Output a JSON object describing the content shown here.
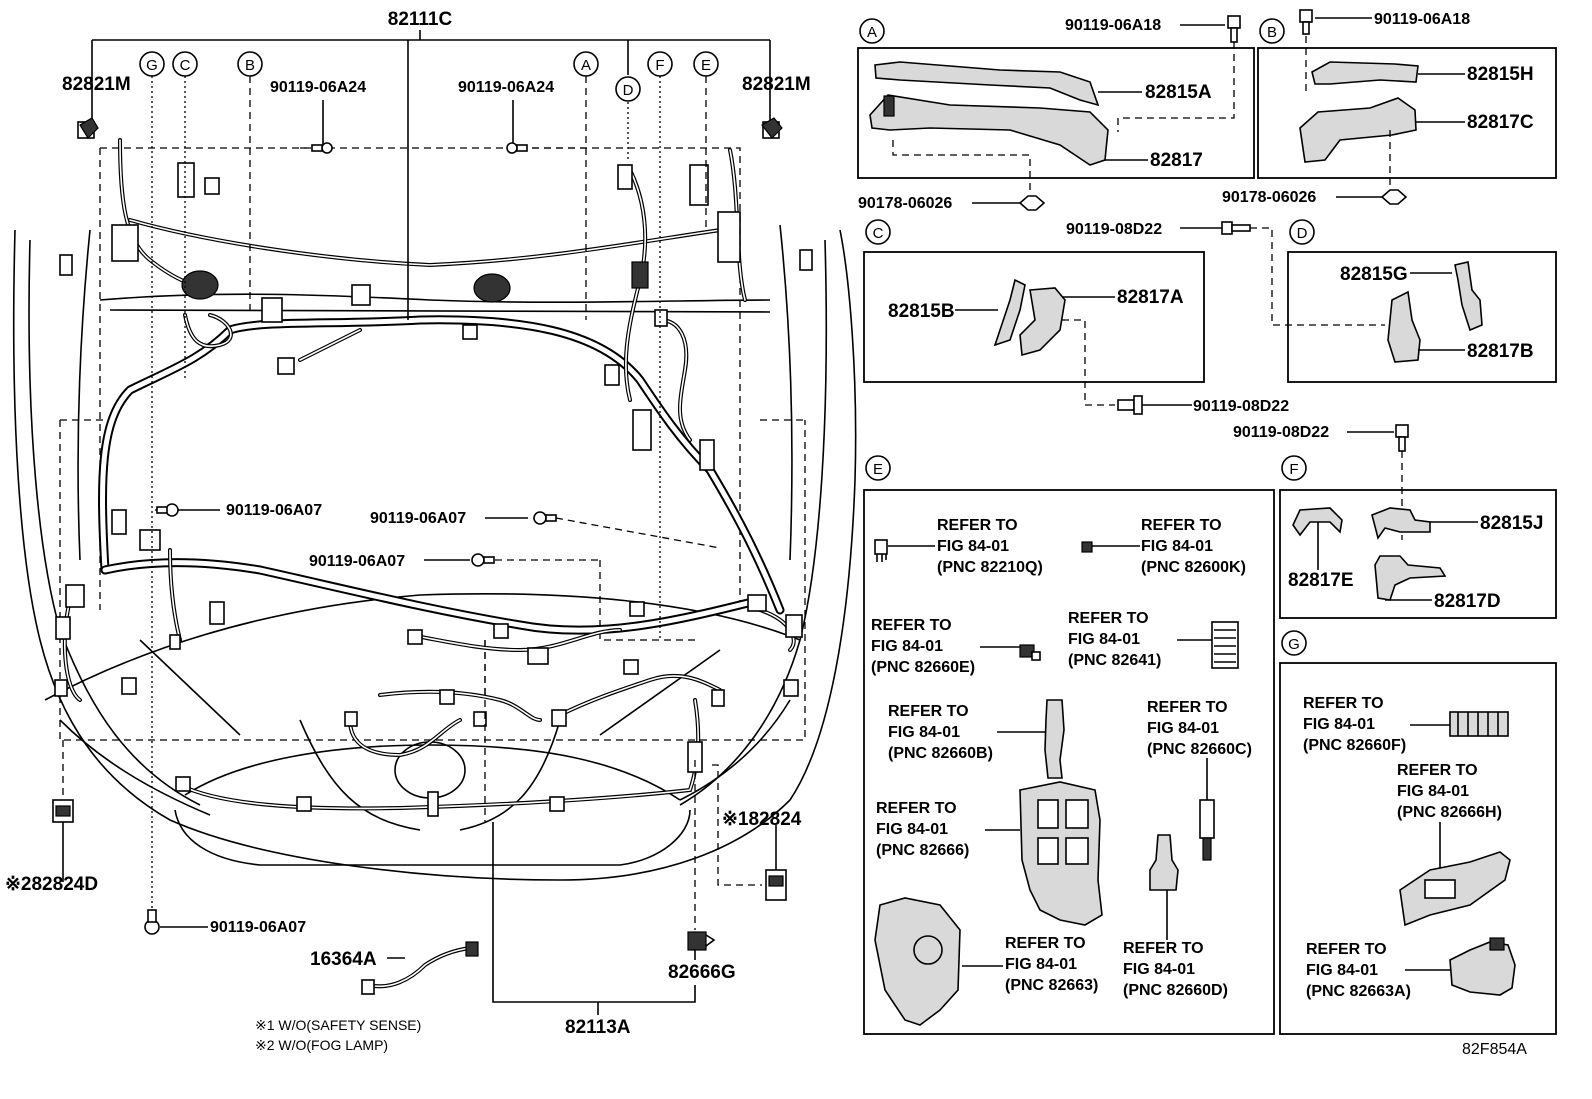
{
  "diagram": {
    "main_harness": "82111C",
    "front_harness": "82113A",
    "figure_code": "82F854A",
    "footnotes": [
      "※1 W/O(SAFETY SENSE)",
      "※2 W/O(FOG LAMP)"
    ],
    "left": {
      "clamp_left": "82821M",
      "clamp_right": "82821M",
      "bolt_a24_left": "90119-06A24",
      "bolt_a24_right": "90119-06A24",
      "bolt_a07_1": "90119-06A07",
      "bolt_a07_2": "90119-06A07",
      "bolt_a07_3": "90119-06A07",
      "bolt_a07_4": "90119-06A07",
      "sensor_2": "※282824D",
      "sensor_1": "※182824",
      "harness_16364": "16364A",
      "part_82666g": "82666G"
    },
    "bubbles": [
      "G",
      "C",
      "B",
      "A",
      "D",
      "F",
      "E"
    ],
    "box_a": {
      "letter": "A",
      "bolt": "90119-06A18",
      "part1": "82815A",
      "part2": "82817",
      "clip": "90178-06026"
    },
    "box_b": {
      "letter": "B",
      "bolt": "90119-06A18",
      "part1": "82815H",
      "part2": "82817C",
      "clip": "90178-06026"
    },
    "box_c": {
      "letter": "C",
      "bolt_top": "90119-08D22",
      "part1": "82815B",
      "part2": "82817A",
      "bolt_bottom": "90119-08D22"
    },
    "box_d": {
      "letter": "D",
      "part1": "82815G",
      "part2": "82817B",
      "bolt": "90119-08D22"
    },
    "box_e": {
      "letter": "E",
      "refs": [
        {
          "line1": "REFER TO",
          "line2": "FIG 84-01",
          "line3": "(PNC 82210Q)"
        },
        {
          "line1": "REFER TO",
          "line2": "FIG 84-01",
          "line3": "(PNC 82600K)"
        },
        {
          "line1": "REFER TO",
          "line2": "FIG 84-01",
          "line3": "(PNC 82660E)"
        },
        {
          "line1": "REFER TO",
          "line2": "FIG 84-01",
          "line3": "(PNC 82641)"
        },
        {
          "line1": "REFER TO",
          "line2": "FIG 84-01",
          "line3": "(PNC 82660B)"
        },
        {
          "line1": "REFER TO",
          "line2": "FIG 84-01",
          "line3": "(PNC 82660C)"
        },
        {
          "line1": "REFER TO",
          "line2": "FIG 84-01",
          "line3": "(PNC 82666)"
        },
        {
          "line1": "REFER TO",
          "line2": "FIG 84-01",
          "line3": "(PNC 82663)"
        },
        {
          "line1": "REFER TO",
          "line2": "FIG 84-01",
          "line3": "(PNC 82660D)"
        }
      ]
    },
    "box_f": {
      "letter": "F",
      "part1": "82815J",
      "part2": "82817E",
      "part3": "82817D"
    },
    "box_g": {
      "letter": "G",
      "refs": [
        {
          "line1": "REFER TO",
          "line2": "FIG 84-01",
          "line3": "(PNC 82660F)"
        },
        {
          "line1": "REFER TO",
          "line2": "FIG 84-01",
          "line3": "(PNC 82666H)"
        },
        {
          "line1": "REFER TO",
          "line2": "FIG 84-01",
          "line3": "(PNC 82663A)"
        }
      ]
    }
  }
}
